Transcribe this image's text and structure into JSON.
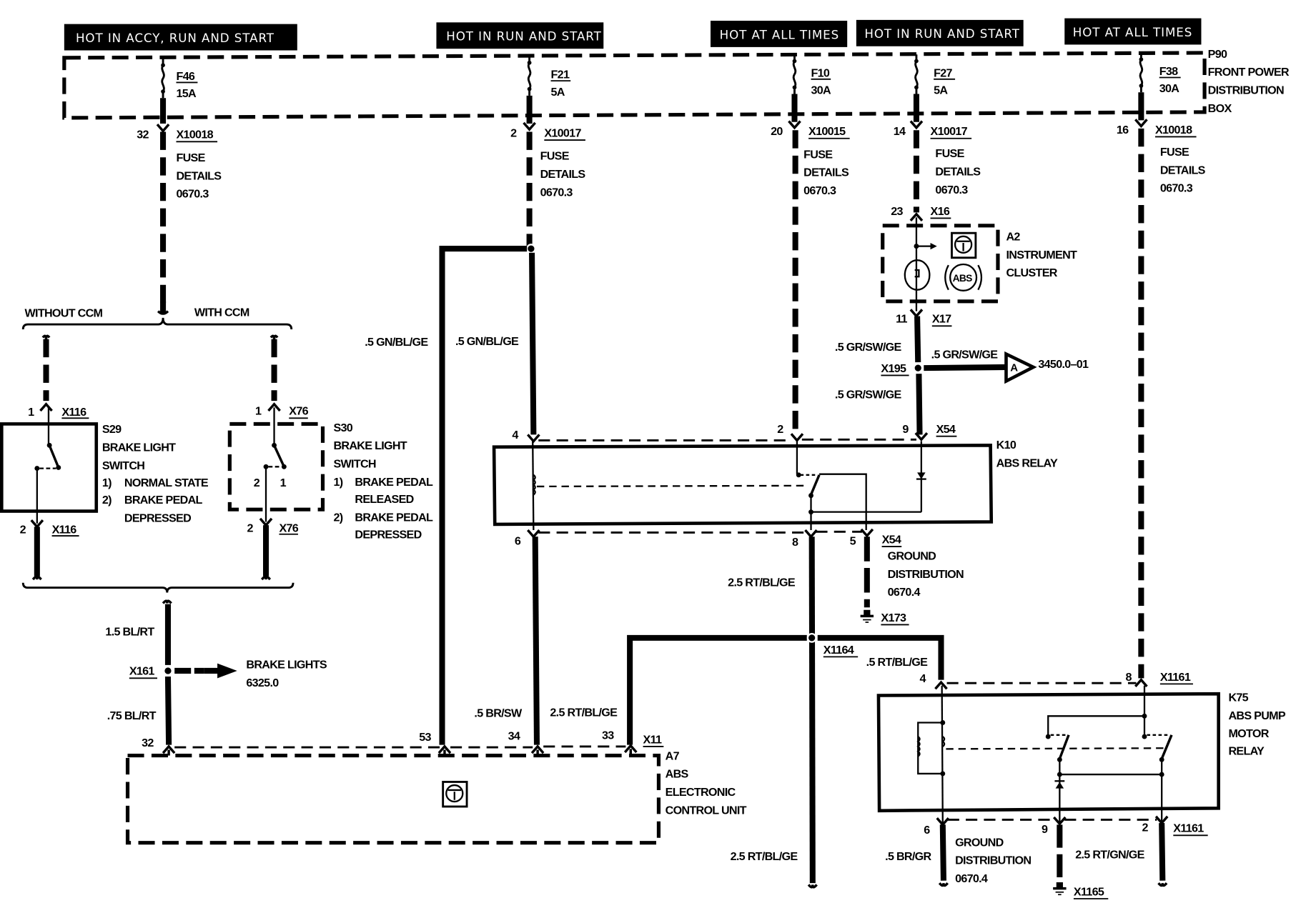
{
  "power_states": [
    {
      "label": "HOT IN ACCY, RUN AND  START"
    },
    {
      "label": "HOT IN RUN AND START"
    },
    {
      "label": "HOT AT ALL TIMES"
    },
    {
      "label": "HOT IN RUN AND START"
    },
    {
      "label": "HOT AT ALL TIMES"
    }
  ],
  "distribution_box": {
    "id": "P90",
    "name_lines": [
      "FRONT POWER",
      "DISTRIBUTION",
      "BOX"
    ]
  },
  "fuses": [
    {
      "id": "F46",
      "rating": "15A",
      "pin": "32",
      "connector": "X10018"
    },
    {
      "id": "F21",
      "rating": "5A",
      "pin": "2",
      "connector": "X10017"
    },
    {
      "id": "F10",
      "rating": "30A",
      "pin": "20",
      "connector": "X10015"
    },
    {
      "id": "F27",
      "rating": "5A",
      "pin": "14",
      "connector": "X10017"
    },
    {
      "id": "F38",
      "rating": "30A",
      "pin": "16",
      "connector": "X10018"
    }
  ],
  "fuse_details": [
    "FUSE",
    "DETAILS",
    "0670.3"
  ],
  "options": {
    "without_ccm": "WITHOUT CCM",
    "with_ccm": "WITH CCM"
  },
  "s29": {
    "id": "S29",
    "name_lines": [
      "BRAKE LIGHT",
      "SWITCH"
    ],
    "notes": [
      {
        "n": "1)",
        "text": "NORMAL STATE"
      },
      {
        "n": "2)",
        "text": "BRAKE PEDAL"
      },
      {
        "n": "",
        "text": "DEPRESSED"
      }
    ],
    "pin_top": "1",
    "pin_bottom": "2",
    "connector": "X116"
  },
  "s30": {
    "id": "S30",
    "name_lines": [
      "BRAKE LIGHT",
      "SWITCH"
    ],
    "notes": [
      {
        "n": "1)",
        "text": "BRAKE PEDAL"
      },
      {
        "n": "",
        "text": "RELEASED"
      },
      {
        "n": "2)",
        "text": "BRAKE PEDAL"
      },
      {
        "n": "",
        "text": "DEPRESSED"
      }
    ],
    "pin_top": "1",
    "pin_bottom": "2",
    "inner_left": "2",
    "inner_right": "1",
    "connector": "X76"
  },
  "brake_lights": {
    "wire_upper": "1.5 BL/RT",
    "wire_lower": ".75 BL/RT",
    "splice": "X161",
    "dest_lines": [
      "BRAKE LIGHTS",
      "6325.0"
    ]
  },
  "a2": {
    "id": "A2",
    "name_lines": [
      "INSTRUMENT",
      "CLUSTER"
    ],
    "pin_top": "23",
    "conn_top": "X16",
    "pin_bottom": "11",
    "conn_bottom": "X17",
    "abs_lamp": "ABS"
  },
  "x195": {
    "splice": "X195",
    "wire_upper": ".5 GR/SW/GE",
    "wire_lower": ".5 GR/SW/GE",
    "wire_branch": ".5 GR/SW/GE",
    "ref_letter": "A",
    "ref_page": "3450.0–01"
  },
  "k10": {
    "id": "K10",
    "name": "ABS RELAY",
    "connector": "X54",
    "pins": {
      "top_left": "4",
      "top_mid": "2",
      "top_right": "9",
      "bot_left": "6",
      "bot_mid": "8",
      "bot_right": "5"
    }
  },
  "ground1": {
    "connector": "X54",
    "lines": [
      "GROUND",
      "DISTRIBUTION",
      "0670.4"
    ],
    "ground_id": "X173"
  },
  "wires": {
    "gn_bl_ge_left": ".5 GN/BL/GE",
    "gn_bl_ge_right": ".5 GN/BL/GE",
    "br_sw": ".5 BR/SW",
    "rt_bl_ge_a7": "2.5 RT/BL/GE",
    "rt_bl_ge_k10": "2.5 RT/BL/GE",
    "rt_bl_ge_bottom": "2.5 RT/BL/GE",
    "rt_bl_ge_k75": ".5 RT/BL/GE",
    "br_gr": ".5 BR/GR",
    "rt_gn_ge": "2.5 RT/GN/GE"
  },
  "x1164": {
    "splice": "X1164"
  },
  "a7": {
    "id": "A7",
    "name_lines": [
      "ABS",
      "ELECTRONIC",
      "CONTROL UNIT"
    ],
    "connector": "X11",
    "pins": [
      "32",
      "53",
      "34",
      "33"
    ]
  },
  "k75": {
    "id": "K75",
    "name_lines": [
      "ABS PUMP",
      "MOTOR",
      "RELAY"
    ],
    "connector": "X1161",
    "pins": {
      "top_left": "4",
      "top_right": "8",
      "bot_left": "6",
      "bot_mid": "9",
      "bot_right": "2"
    }
  },
  "ground2": {
    "lines": [
      "GROUND",
      "DISTRIBUTION",
      "0670.4"
    ],
    "ground_id": "X1165"
  }
}
